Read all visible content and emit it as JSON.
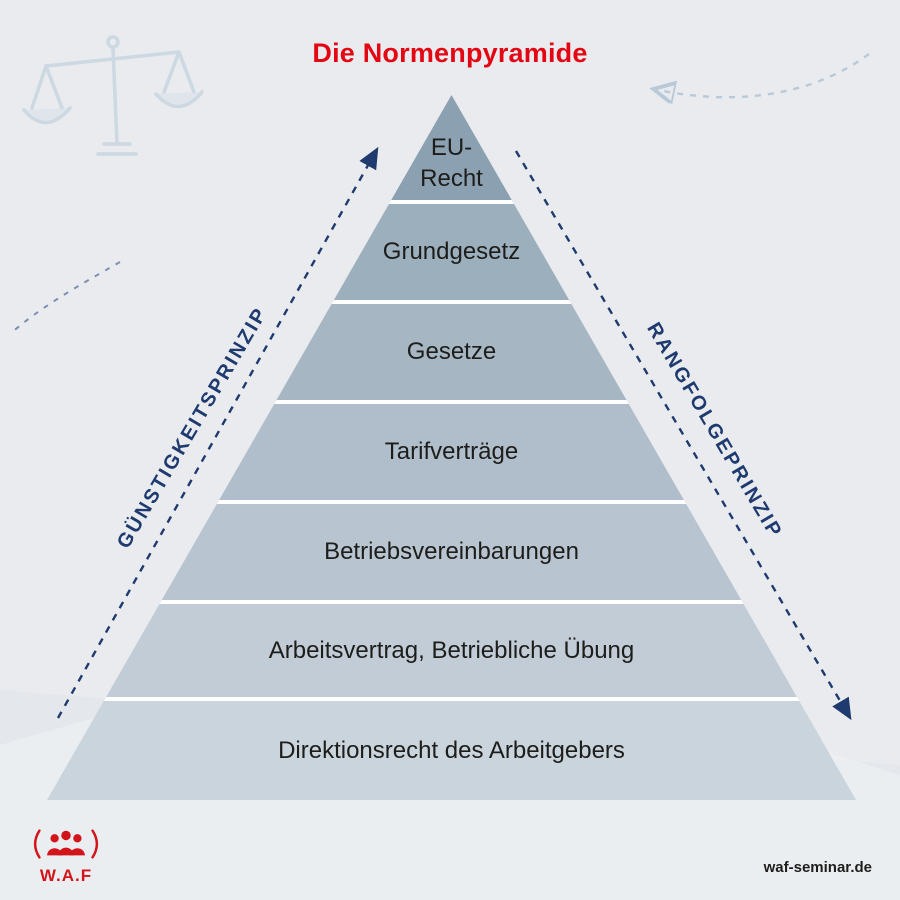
{
  "title": "Die Normenpyramide",
  "pyramid": {
    "levels": [
      {
        "label": "EU-Recht",
        "color": "#8ba0b0"
      },
      {
        "label": "Grundgesetz",
        "color": "#9cafbc"
      },
      {
        "label": "Gesetze",
        "color": "#a6b7c3"
      },
      {
        "label": "Tarifverträge",
        "color": "#afbeca"
      },
      {
        "label": "Betriebsvereinbarungen",
        "color": "#b8c5d0"
      },
      {
        "label": "Arbeitsvertrag, Betriebliche Übung",
        "color": "#c1ccd6"
      },
      {
        "label": "Direktionsrecht des Arbeitgebers",
        "color": "#cad4dc"
      }
    ]
  },
  "side_labels": {
    "left": "GÜNSTIGKEITSPRINZIP",
    "right": "RANGFOLGEPRINZIP"
  },
  "footer": {
    "logo_text": "W.A.F",
    "website": "waf-seminar.de"
  },
  "colors": {
    "title": "#e30613",
    "navy": "#1e3a6e",
    "band_text": "#1d1d1b",
    "separator": "#ffffff",
    "background": "#e9ebee",
    "decorative_light_blue": "#b9c9d8"
  }
}
